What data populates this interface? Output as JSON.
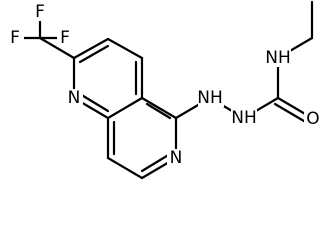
{
  "structure": {
    "atoms": {
      "fluorine_top": "F",
      "fluorine_left": "F",
      "fluorine_right": "F",
      "naphthyridine_n1": "N",
      "naphthyridine_n6": "N",
      "hydrazine_nh_a": "NH",
      "hydrazine_nh_b": "NH",
      "urea_nh": "NH",
      "carbonyl_o": "O"
    }
  }
}
